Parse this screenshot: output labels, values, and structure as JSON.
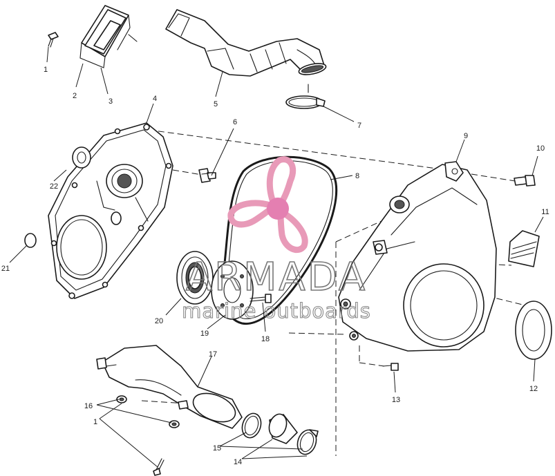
{
  "watermark": {
    "brand": "ARMADA",
    "tagline": "marine outboards",
    "logo_color": "#e89ab8",
    "logo_center_color": "#e47fb1"
  },
  "callouts": {
    "c1a": "1",
    "c2": "2",
    "c3": "3",
    "c4": "4",
    "c5": "5",
    "c6": "6",
    "c7": "7",
    "c8": "8",
    "c9": "9",
    "c10": "10",
    "c11": "11",
    "c12": "12",
    "c13": "13",
    "c14": "14",
    "c15": "15",
    "c16": "16",
    "c17": "17",
    "c18": "18",
    "c19": "19",
    "c20": "20",
    "c21": "21",
    "c22": "22",
    "c1b": "1"
  }
}
